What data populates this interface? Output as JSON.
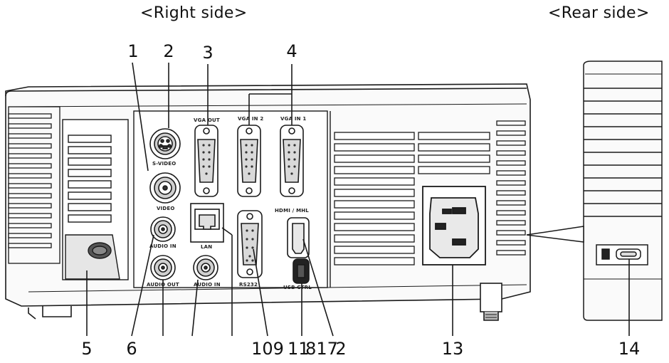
{
  "headers": {
    "right_side": "<Right side>",
    "rear_side": "<Rear side>"
  },
  "callouts_top": [
    "1",
    "2",
    "3",
    "4"
  ],
  "callouts_bottom": [
    "5",
    "6",
    "109",
    "11",
    "817",
    "2",
    "13",
    "14"
  ],
  "port_labels": {
    "svideo": "S-VIDEO",
    "video": "VIDEO",
    "audio_in_1": "AUDIO IN",
    "audio_out": "AUDIO OUT",
    "lan": "LAN",
    "audio_in_2": "AUDIO IN",
    "vga_out": "VGA OUT",
    "vga_in_2": "VGA IN 2",
    "vga_in_1": "VGA IN 1",
    "rs232": "RS232",
    "hdmi_mhl": "HDMI / MHL",
    "usb_ctrl": "USB CTRL"
  },
  "icons": [
    "svideo-port-icon",
    "rca-port-icon",
    "vga-port-icon",
    "rj45-port-icon",
    "db9-port-icon",
    "hdmi-port-icon",
    "usb-port-icon",
    "power-socket-icon",
    "kensington-lock-icon"
  ],
  "colors": {
    "line": "#1a1a1a",
    "body": "#ffffff",
    "vent": "#bfbfbf",
    "panel": "#f2f2f2"
  }
}
